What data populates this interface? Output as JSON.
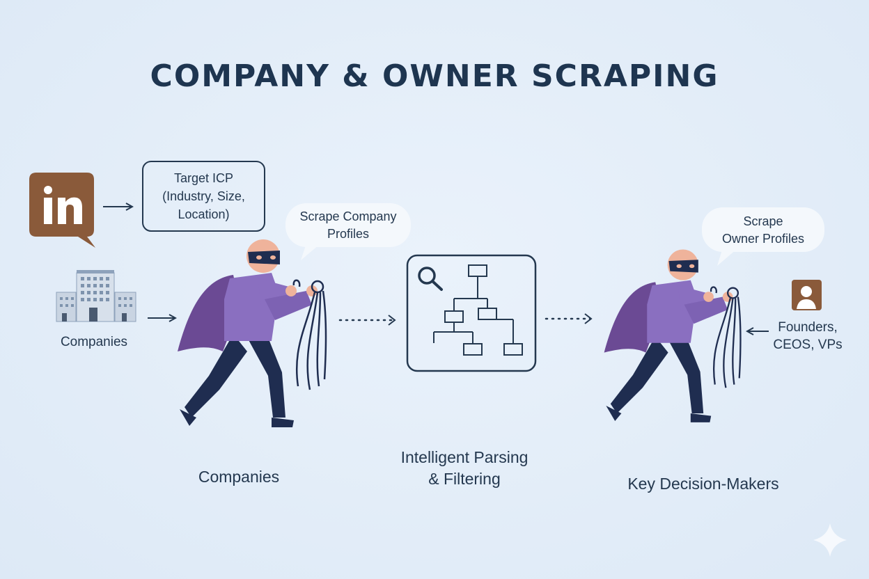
{
  "title": "COMPANY & OWNER SCRAPING",
  "source": {
    "icon": "linkedin-icon",
    "brand_color": "#8a5a3a"
  },
  "target_icp": {
    "lines": [
      "Target ICP",
      "(Industry, Size,",
      "Location)"
    ]
  },
  "companies_input": {
    "icon": "buildings-icon",
    "label": "Companies"
  },
  "stage1": {
    "bubble": [
      "Scrape Company",
      "Profiles"
    ],
    "label": "Companies"
  },
  "stage2": {
    "icon": "search-tree-icon",
    "label": [
      "Intelligent Parsing",
      "& Filtering"
    ]
  },
  "stage3": {
    "bubble": [
      "Scrape",
      "Owner Profiles"
    ],
    "label": "Key Decision-Makers"
  },
  "people_input": {
    "icon": "person-icon",
    "lines": [
      "Founders,",
      "CEOS, VPs"
    ]
  },
  "colors": {
    "ink": "#1f3550",
    "cape": "#6b4a94",
    "shirt": "#8a6fc0",
    "pants": "#1f2d50",
    "skin": "#efb39b"
  }
}
